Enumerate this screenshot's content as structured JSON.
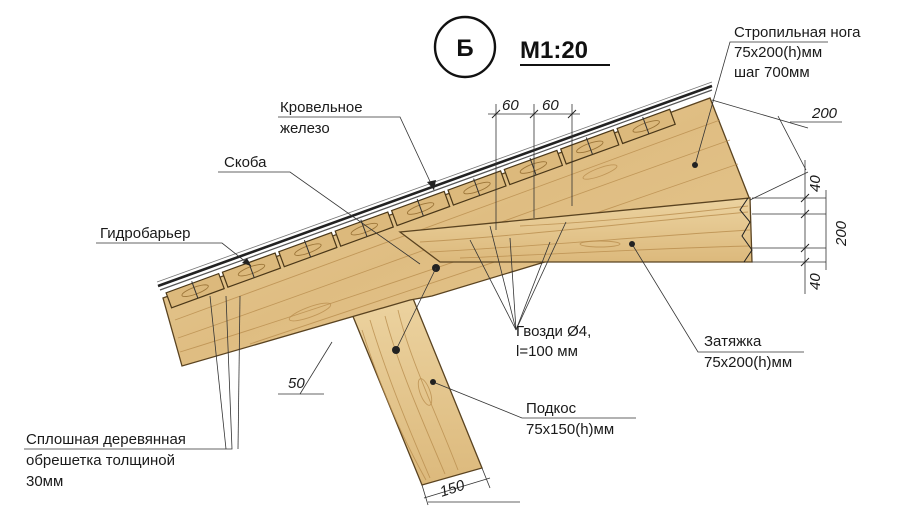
{
  "header": {
    "section_letter": "Б",
    "scale": "М1:20"
  },
  "labels": {
    "rafter_line1": "Стропильная нога",
    "rafter_line2": "75х200(h)мм",
    "rafter_line3": "шаг 700мм",
    "roof_iron_line1": "Кровельное",
    "roof_iron_line2": "железо",
    "bracket": "Скоба",
    "barrier": "Гидробарьер",
    "nails_line1": "Гвозди Ø4,",
    "nails_line2": "l=100 мм",
    "tie_line1": "Затяжка",
    "tie_line2": "75х200(h)мм",
    "strut_line1": "Подкос",
    "strut_line2": "75х150(h)мм",
    "sheathing_line1": "Сплошная деревянная",
    "sheathing_line2": "обрешетка толщиной",
    "sheathing_line3": "30мм"
  },
  "dimensions": {
    "d60a": "60",
    "d60b": "60",
    "d200_rafter": "200",
    "d40_top": "40",
    "d200_tie": "200",
    "d40_bottom": "40",
    "d50": "50",
    "d150": "150"
  },
  "colors": {
    "wood": "#e3c48c",
    "wood_dark": "#c9a064",
    "wood_grain": "#b98d4e",
    "line": "#222222",
    "metal": "#3a3a3a"
  }
}
